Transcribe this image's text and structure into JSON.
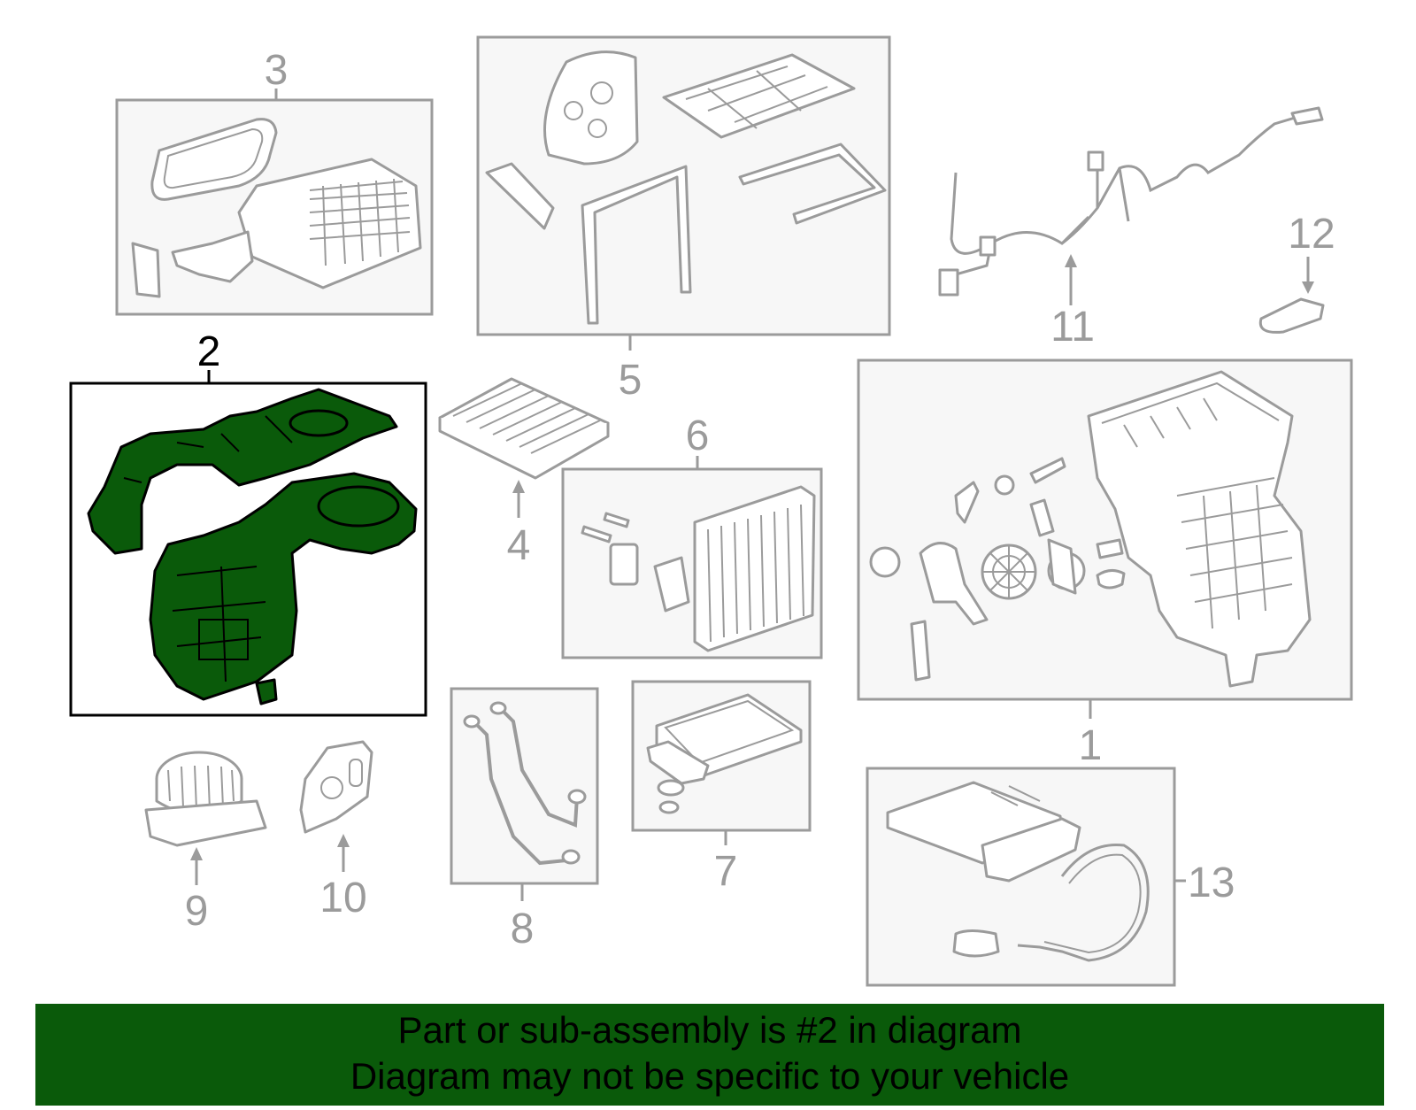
{
  "diagram": {
    "highlight_color": "#0a5a0a",
    "line_color": "#9b9b9b",
    "highlighted_part": "2",
    "labels": {
      "p1": "1",
      "p2": "2",
      "p3": "3",
      "p4": "4",
      "p5": "5",
      "p6": "6",
      "p7": "7",
      "p8": "8",
      "p9": "9",
      "p10": "10",
      "p11": "11",
      "p12": "12",
      "p13": "13"
    }
  },
  "banner": {
    "line1": "Part or sub-assembly is #2 in diagram",
    "line2": "Diagram may not be specific to your vehicle"
  }
}
